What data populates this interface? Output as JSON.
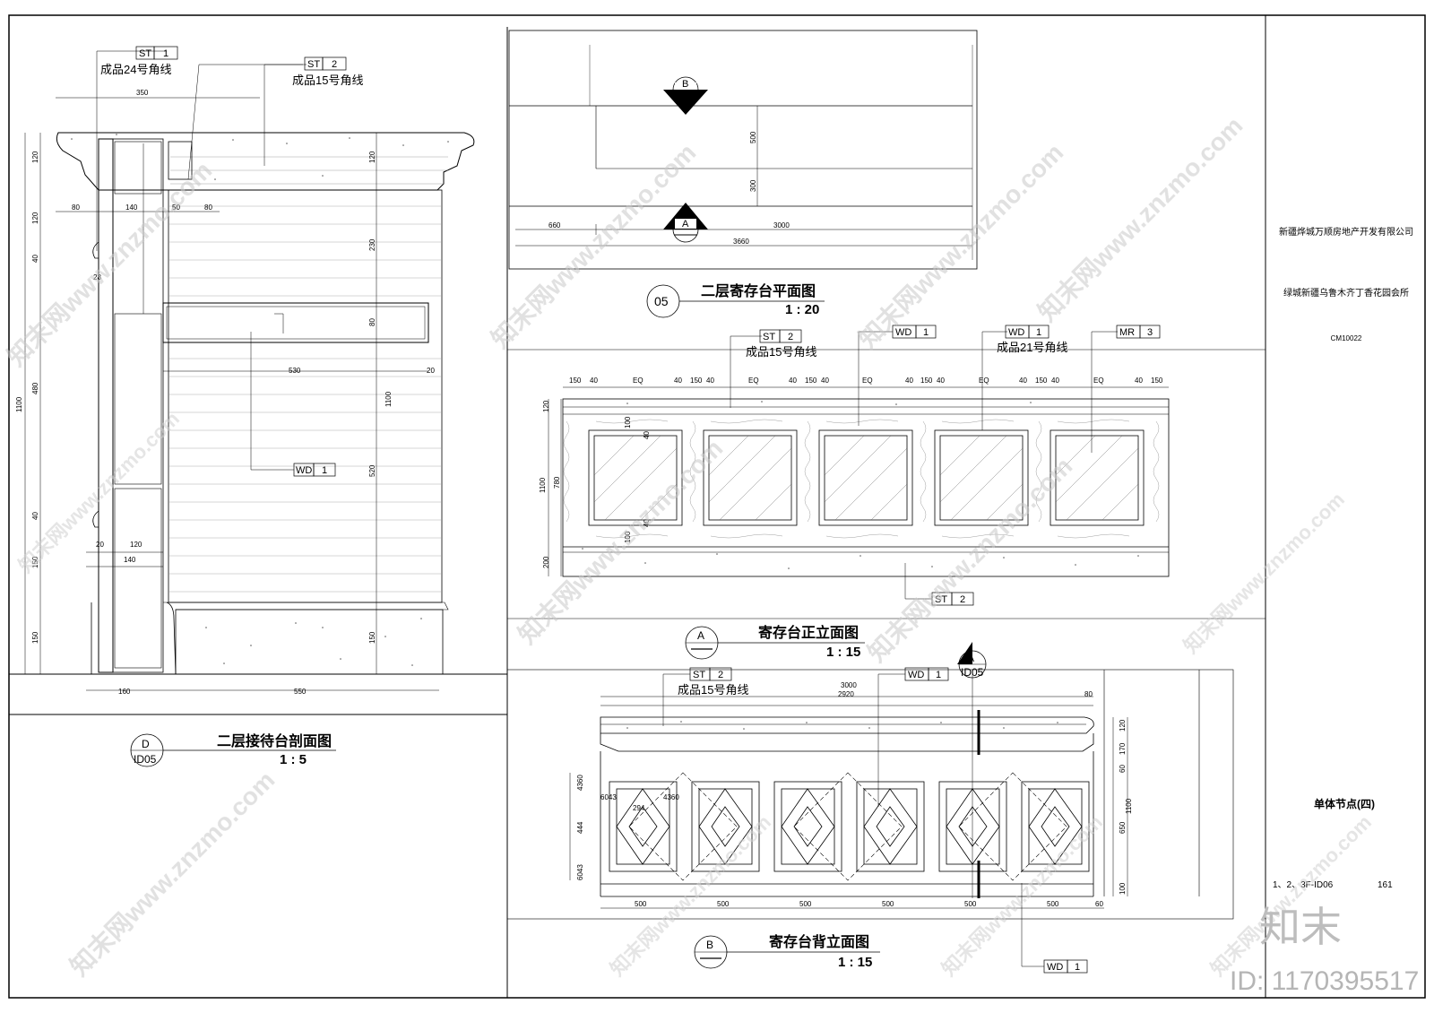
{
  "title_block": {
    "company": "新疆烨城万顺房地产开发有限公司",
    "project": "绿城新疆乌鲁木齐丁香花园会所",
    "code": "CM10022",
    "sheet_title": "单体节点(四)",
    "sheet_ref": "1、2、3F-ID06",
    "sheet_no": "161"
  },
  "section_d": {
    "marker_letter": "D",
    "marker_ref": "ID05",
    "title": "二层接待台剖面图",
    "scale": "1 : 5",
    "tag_st1": {
      "code": "ST",
      "num": "1"
    },
    "note_st1": "成品24号角线",
    "tag_st2": {
      "code": "ST",
      "num": "2"
    },
    "note_st2": "成品15号角线",
    "tag_wd1": {
      "code": "WD",
      "num": "1"
    },
    "dims": {
      "top_width": "350",
      "d80a": "80",
      "d140": "140",
      "d50": "50",
      "d80b": "80",
      "left_120a": "120",
      "left_120b": "120",
      "left_40a": "40",
      "left_28": "28",
      "left_480": "480",
      "left_1100": "1100",
      "left_40b": "40",
      "left_150a": "150",
      "left_150b": "150",
      "d20a": "20",
      "d120": "120",
      "d140b": "140",
      "inner_120": "120",
      "inner_230": "230",
      "inner_80": "80",
      "inner_20": "20",
      "inner_530": "530",
      "inner_520": "520",
      "inner_150": "150",
      "inner_1100": "1100",
      "bottom_160": "160",
      "bottom_550": "550"
    }
  },
  "plan_05": {
    "number": "05",
    "title": "二层寄存台平面图",
    "scale": "1 : 20",
    "marker_b": "B",
    "marker_a": "A",
    "dims": {
      "d500": "500",
      "d300": "300",
      "d660": "660",
      "d3000": "3000",
      "d3660": "3660"
    }
  },
  "front_a": {
    "marker_letter": "A",
    "title": "寄存台正立面图",
    "scale": "1 : 15",
    "tag_st2": {
      "code": "ST",
      "num": "2"
    },
    "note_st2": "成品15号角线",
    "tag_wd1a": {
      "code": "WD",
      "num": "1"
    },
    "tag_wd1b": {
      "code": "WD",
      "num": "1"
    },
    "note_wd1b": "成品21号角线",
    "tag_mr3": {
      "code": "MR",
      "num": "3"
    },
    "tag_st2_bottom": {
      "code": "ST",
      "num": "2"
    },
    "top_dims": [
      "150",
      "40",
      "EQ",
      "40",
      "150",
      "40",
      "EQ",
      "40",
      "150",
      "40",
      "EQ",
      "40",
      "150",
      "40",
      "EQ",
      "40",
      "150",
      "40",
      "EQ",
      "40",
      "150"
    ],
    "left_dims": {
      "d120": "120",
      "d100a": "100",
      "d40a": "40",
      "d780": "780",
      "d1100": "1100",
      "d40b": "40",
      "d100b": "100",
      "d200": "200"
    }
  },
  "back_b": {
    "marker_letter": "B",
    "title": "寄存台背立面图",
    "scale": "1 : 15",
    "section_marker_letter": "A",
    "section_marker_ref": "ID05",
    "tag_st2": {
      "code": "ST",
      "num": "2"
    },
    "note_st2": "成品15号角线",
    "tag_wd1a": {
      "code": "WD",
      "num": "1"
    },
    "tag_wd1b": {
      "code": "WD",
      "num": "1"
    },
    "dims": {
      "d3000": "3000",
      "d2920": "2920",
      "d80": "80",
      "right_120": "120",
      "right_170": "170",
      "right_60": "60",
      "right_650": "650",
      "right_1100": "1100",
      "right_100": "100",
      "left_4360a": "4360",
      "left_6043a": "6043",
      "left_294": "294",
      "left_4360b": "4360",
      "left_444": "444",
      "left_6043b": "6043",
      "bottom": [
        "500",
        "500",
        "500",
        "500",
        "500",
        "500",
        "60"
      ]
    }
  },
  "watermarks": {
    "site": "知末网www.znzmo.com",
    "logo": "知末",
    "id_label": "ID: 1170395517"
  }
}
